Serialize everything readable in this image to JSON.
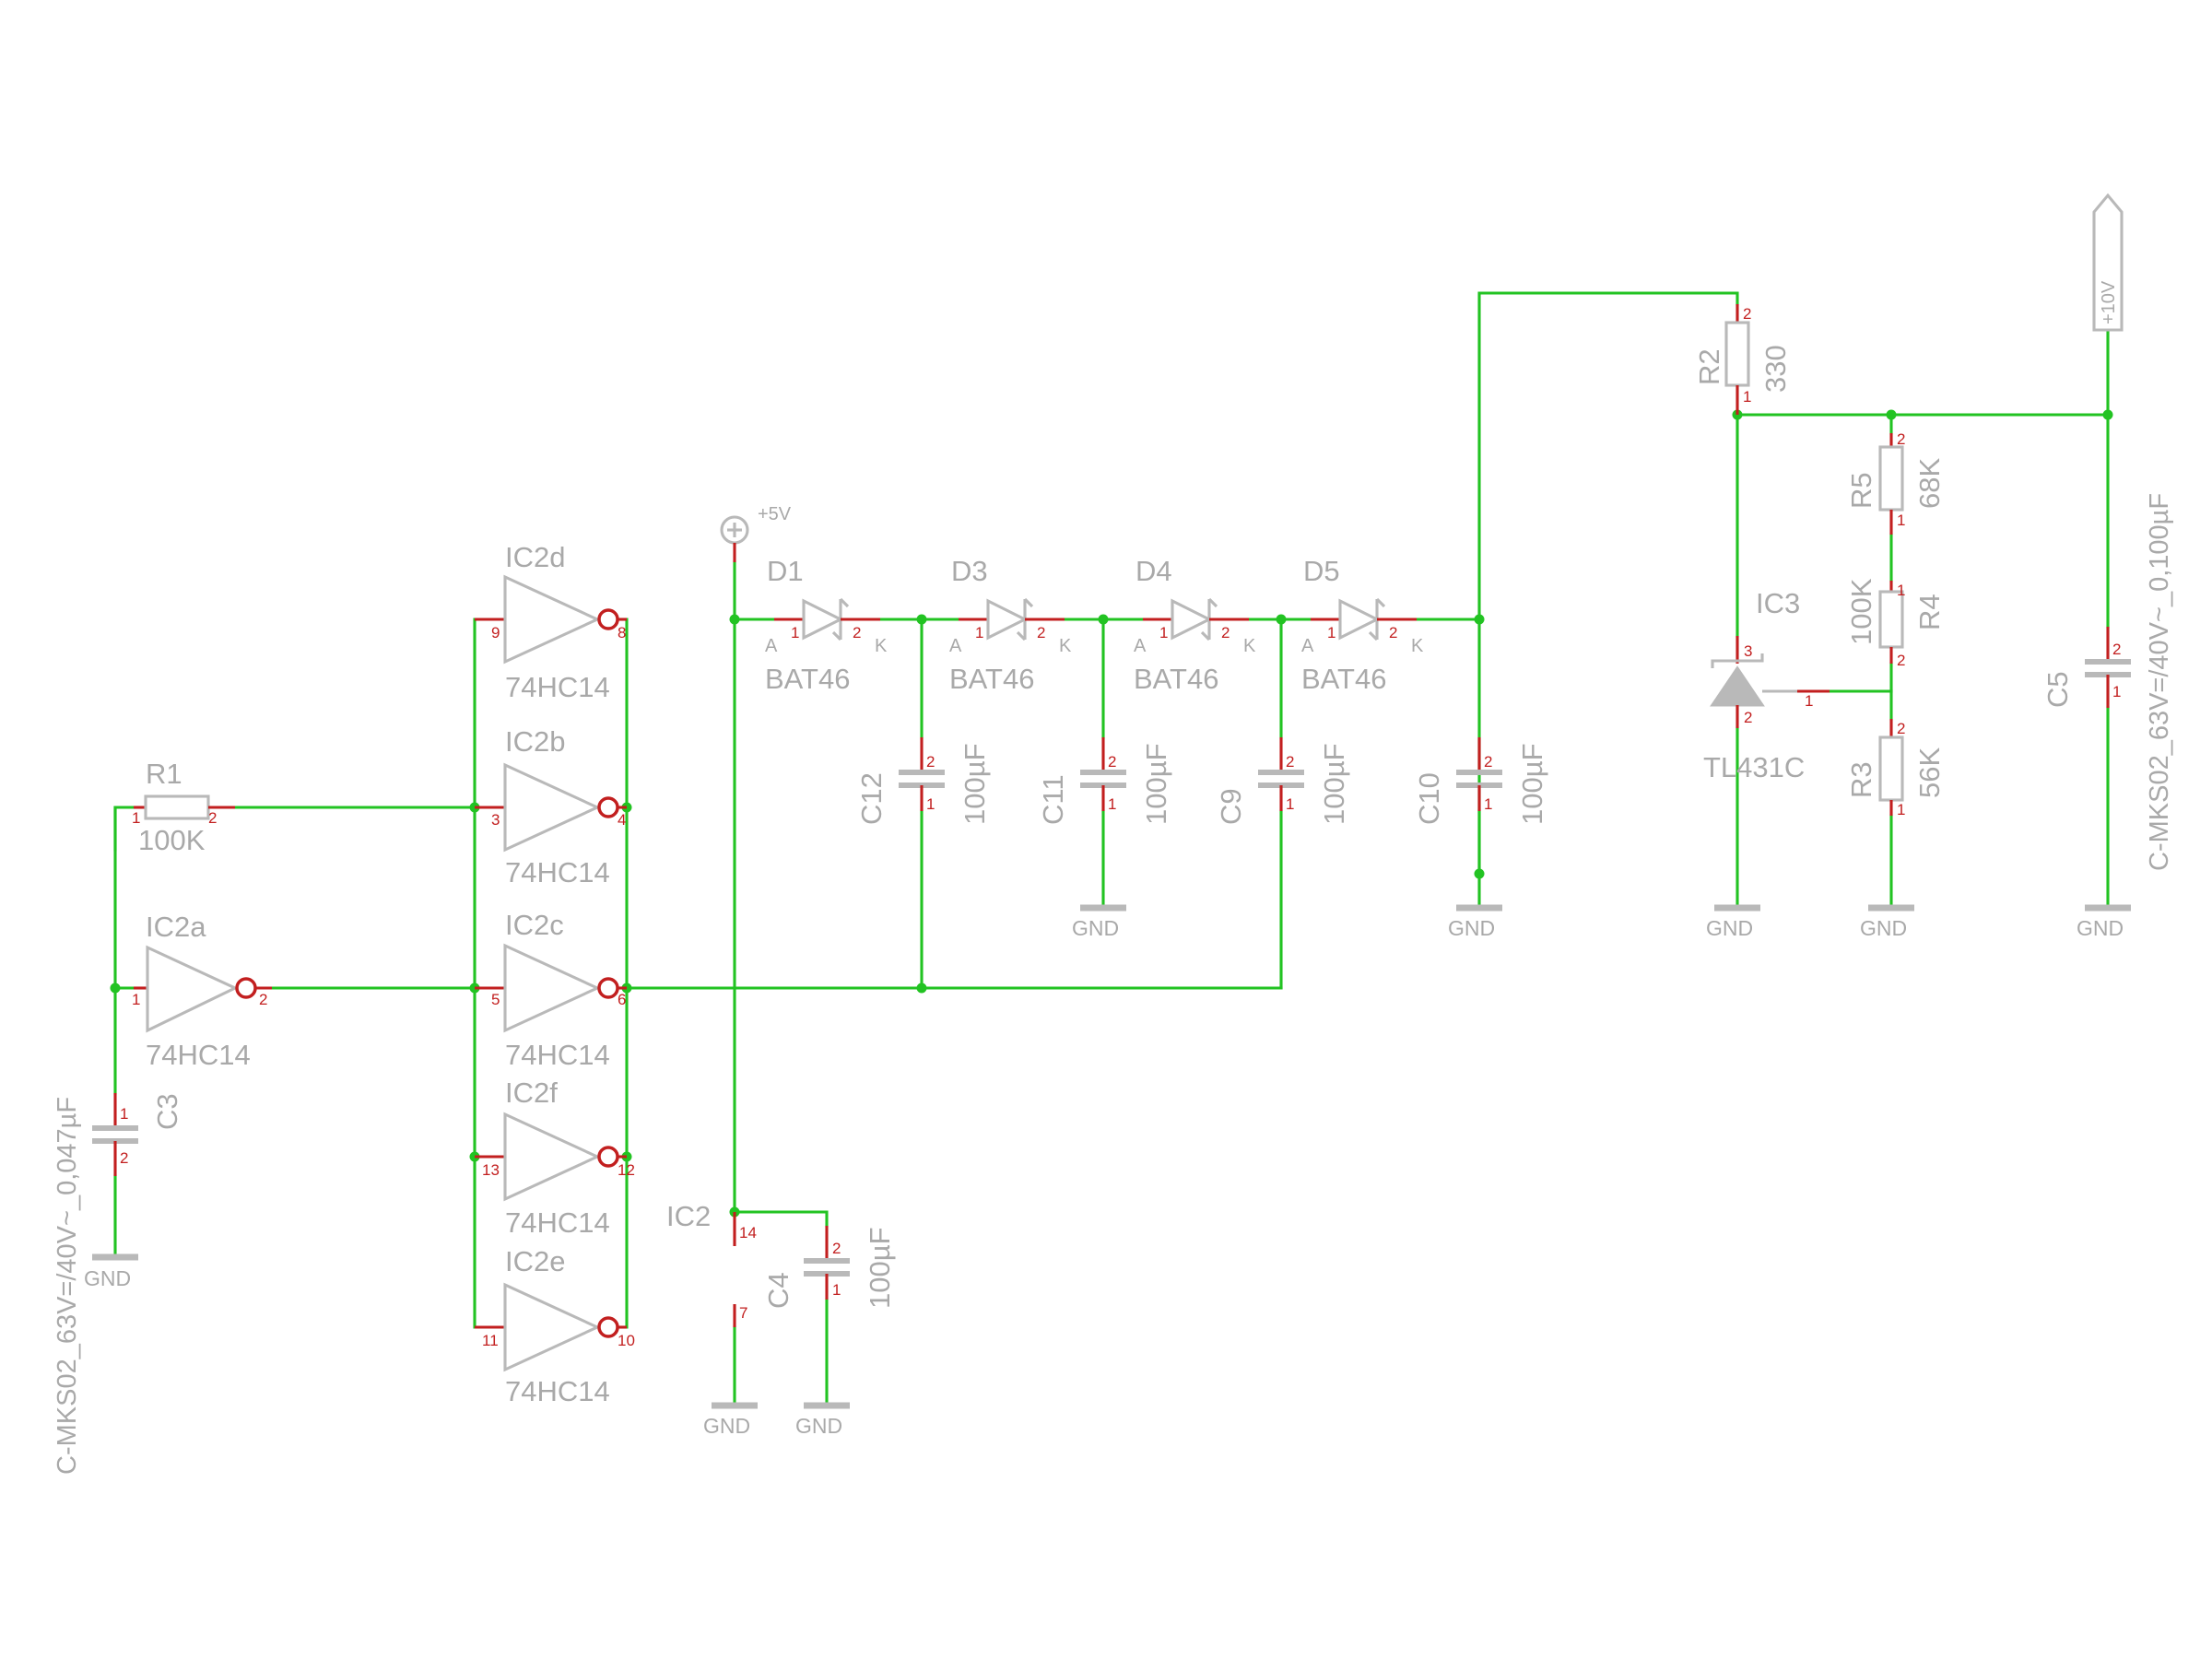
{
  "inverters": [
    {
      "name": "IC2a",
      "value": "74HC14",
      "in_pin": "1",
      "out_pin": "2"
    },
    {
      "name": "IC2d",
      "value": "74HC14",
      "in_pin": "9",
      "out_pin": "8"
    },
    {
      "name": "IC2b",
      "value": "74HC14",
      "in_pin": "3",
      "out_pin": "4"
    },
    {
      "name": "IC2c",
      "value": "74HC14",
      "in_pin": "5",
      "out_pin": "6"
    },
    {
      "name": "IC2f",
      "value": "74HC14",
      "in_pin": "13",
      "out_pin": "12"
    },
    {
      "name": "IC2e",
      "value": "74HC14",
      "in_pin": "11",
      "out_pin": "10"
    }
  ],
  "resistors": [
    {
      "name": "R1",
      "value": "100K",
      "pin_a": "1",
      "pin_b": "2"
    },
    {
      "name": "R2",
      "value": "330",
      "pin_a": "2",
      "pin_b": "1"
    },
    {
      "name": "R5",
      "value": "68K",
      "pin_a": "2",
      "pin_b": "1"
    },
    {
      "name": "R4",
      "value": "100K",
      "pin_a": "1",
      "pin_b": "2"
    },
    {
      "name": "R3",
      "value": "56K",
      "pin_a": "2",
      "pin_b": "1"
    }
  ],
  "capacitors": [
    {
      "name": "C3",
      "value": "C-MKS02_63V=/40V~_0,047µF",
      "pin_a": "1",
      "pin_b": "2"
    },
    {
      "name": "C12",
      "value": "100µF",
      "pin_a": "2",
      "pin_b": "1"
    },
    {
      "name": "C11",
      "value": "100µF",
      "pin_a": "2",
      "pin_b": "1"
    },
    {
      "name": "C9",
      "value": "100µF",
      "pin_a": "2",
      "pin_b": "1"
    },
    {
      "name": "C10",
      "value": "100µF",
      "pin_a": "2",
      "pin_b": "1"
    },
    {
      "name": "C4",
      "value": "100µF",
      "pin_a": "2",
      "pin_b": "1"
    },
    {
      "name": "C5",
      "value": "C-MKS02_63V=/40V~_0,100µF",
      "pin_a": "2",
      "pin_b": "1"
    }
  ],
  "diodes": [
    {
      "name": "D1",
      "value": "BAT46",
      "anode": "A",
      "cathode": "K",
      "pin_a": "1",
      "pin_k": "2"
    },
    {
      "name": "D3",
      "value": "BAT46",
      "anode": "A",
      "cathode": "K",
      "pin_a": "1",
      "pin_k": "2"
    },
    {
      "name": "D4",
      "value": "BAT46",
      "anode": "A",
      "cathode": "K",
      "pin_a": "1",
      "pin_k": "2"
    },
    {
      "name": "D5",
      "value": "BAT46",
      "anode": "A",
      "cathode": "K",
      "pin_a": "1",
      "pin_k": "2"
    }
  ],
  "ic3": {
    "name": "IC3",
    "value": "TL431C",
    "pin_k": "3",
    "pin_a": "2",
    "pin_ref": "1"
  },
  "ic2_power": {
    "name": "IC2",
    "vcc_pin": "14",
    "gnd_pin": "7"
  },
  "supplies": {
    "plus5v": "+5V",
    "plus10v": "+10V"
  },
  "gnd_label": "GND"
}
